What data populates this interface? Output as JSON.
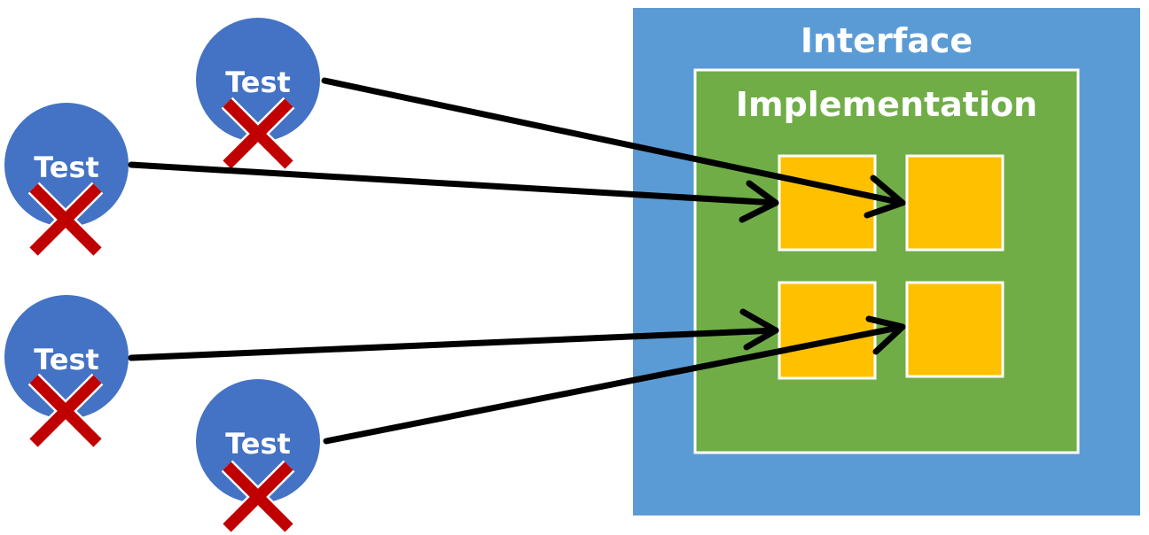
{
  "colors": {
    "interface_fill": "#5b9bd5",
    "implementation_fill": "#70ad47",
    "unit_fill": "#ffc000",
    "test_fill": "#4472c4",
    "cross": "#c00000",
    "arrow": "#000000",
    "border": "#ffffff"
  },
  "interface": {
    "label": "Interface"
  },
  "implementation": {
    "label": "Implementation"
  },
  "tests": [
    {
      "label": "Test",
      "icon": "red-x-icon"
    },
    {
      "label": "Test",
      "icon": "red-x-icon"
    },
    {
      "label": "Test",
      "icon": "red-x-icon"
    },
    {
      "label": "Test",
      "icon": "red-x-icon"
    }
  ]
}
